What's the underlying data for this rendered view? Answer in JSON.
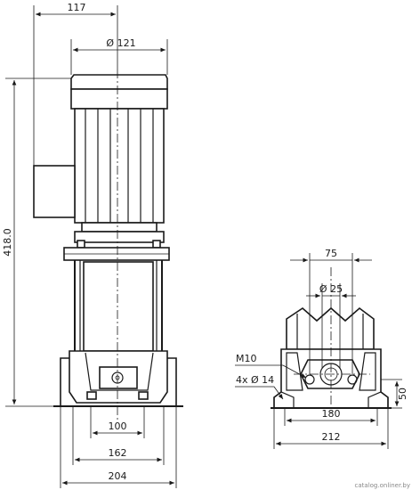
{
  "dimensions": {
    "offset_top": "117",
    "motor_diameter": "Ø 121",
    "height": "418.0",
    "base_inner": "100",
    "base_mid": "162",
    "base_outer": "204",
    "flange_spacing": "75",
    "port_diameter": "Ø 25",
    "thread": "M10",
    "holes": "4x Ø 14",
    "foot_height": "50",
    "foot_inner": "180",
    "foot_outer": "212"
  },
  "watermark": "catalog.onliner.by",
  "colors": {
    "line": "#1a1a1a",
    "background": "#ffffff"
  }
}
